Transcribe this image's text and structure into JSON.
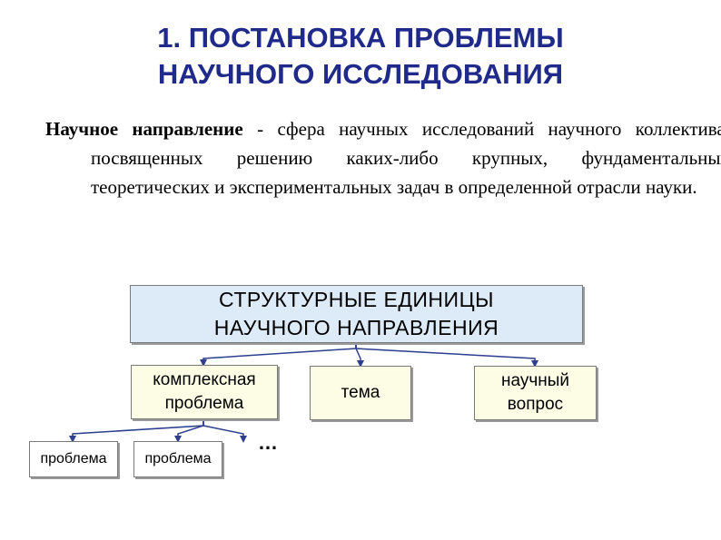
{
  "title": {
    "line1": "1. ПОСТАНОВКА ПРОБЛЕМЫ",
    "line2": "НАУЧНОГО ИССЛЕДОВАНИЯ"
  },
  "definition": {
    "term": "Научное направление",
    "text": " - сфера научных исследований научного коллектива, посвященных решению каких-либо крупных, фундаментальных теоретических и экспериментальных задач в определенной отрасли науки."
  },
  "diagram": {
    "root": {
      "line1": "СТРУКТУРНЫЕ  ЕДИНИЦЫ",
      "line2": "НАУЧНОГО  НАПРАВЛЕНИЯ"
    },
    "level2": [
      {
        "line1": "комплексная",
        "line2": "проблема"
      },
      {
        "line1": "тема",
        "line2": ""
      },
      {
        "line1": "научный",
        "line2": "вопрос"
      }
    ],
    "level3": [
      {
        "label": "проблема"
      },
      {
        "label": "проблема"
      }
    ],
    "ellipsis": "…",
    "colors": {
      "title": "#1f2a8a",
      "root_fill": "#dcebf7",
      "level2_fill": "#fdfde6",
      "connector": "#2e3f8f"
    }
  }
}
